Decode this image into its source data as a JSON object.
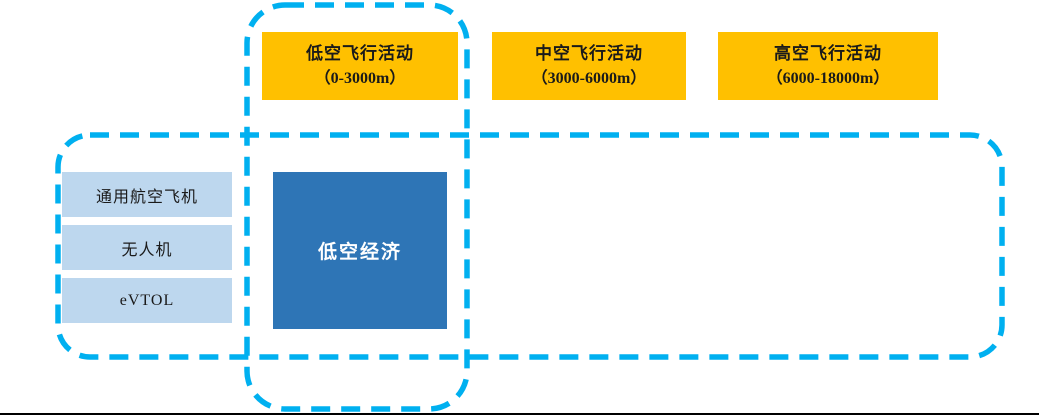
{
  "diagram": {
    "title_concept": "低空经济",
    "altitude_bands": [
      {
        "title": "低空飞行活动",
        "range": "（0-3000m）"
      },
      {
        "title": "中空飞行活动",
        "range": "（3000-6000m）"
      },
      {
        "title": "高空飞行活动",
        "range": "（6000-18000m）"
      }
    ],
    "aircraft_types": [
      {
        "label": "通用航空飞机"
      },
      {
        "label": "无人机"
      },
      {
        "label": "eVTOL"
      }
    ],
    "center": {
      "label": "低空经济"
    }
  },
  "colors": {
    "orange": "#FFC000",
    "light_blue": "#BDD7EE",
    "dark_blue": "#2E75B6",
    "dash_cyan": "#00B0F0",
    "text_black": "#1a1a1a",
    "center_text": "#FFFFFF",
    "rule_black": "#000000"
  }
}
